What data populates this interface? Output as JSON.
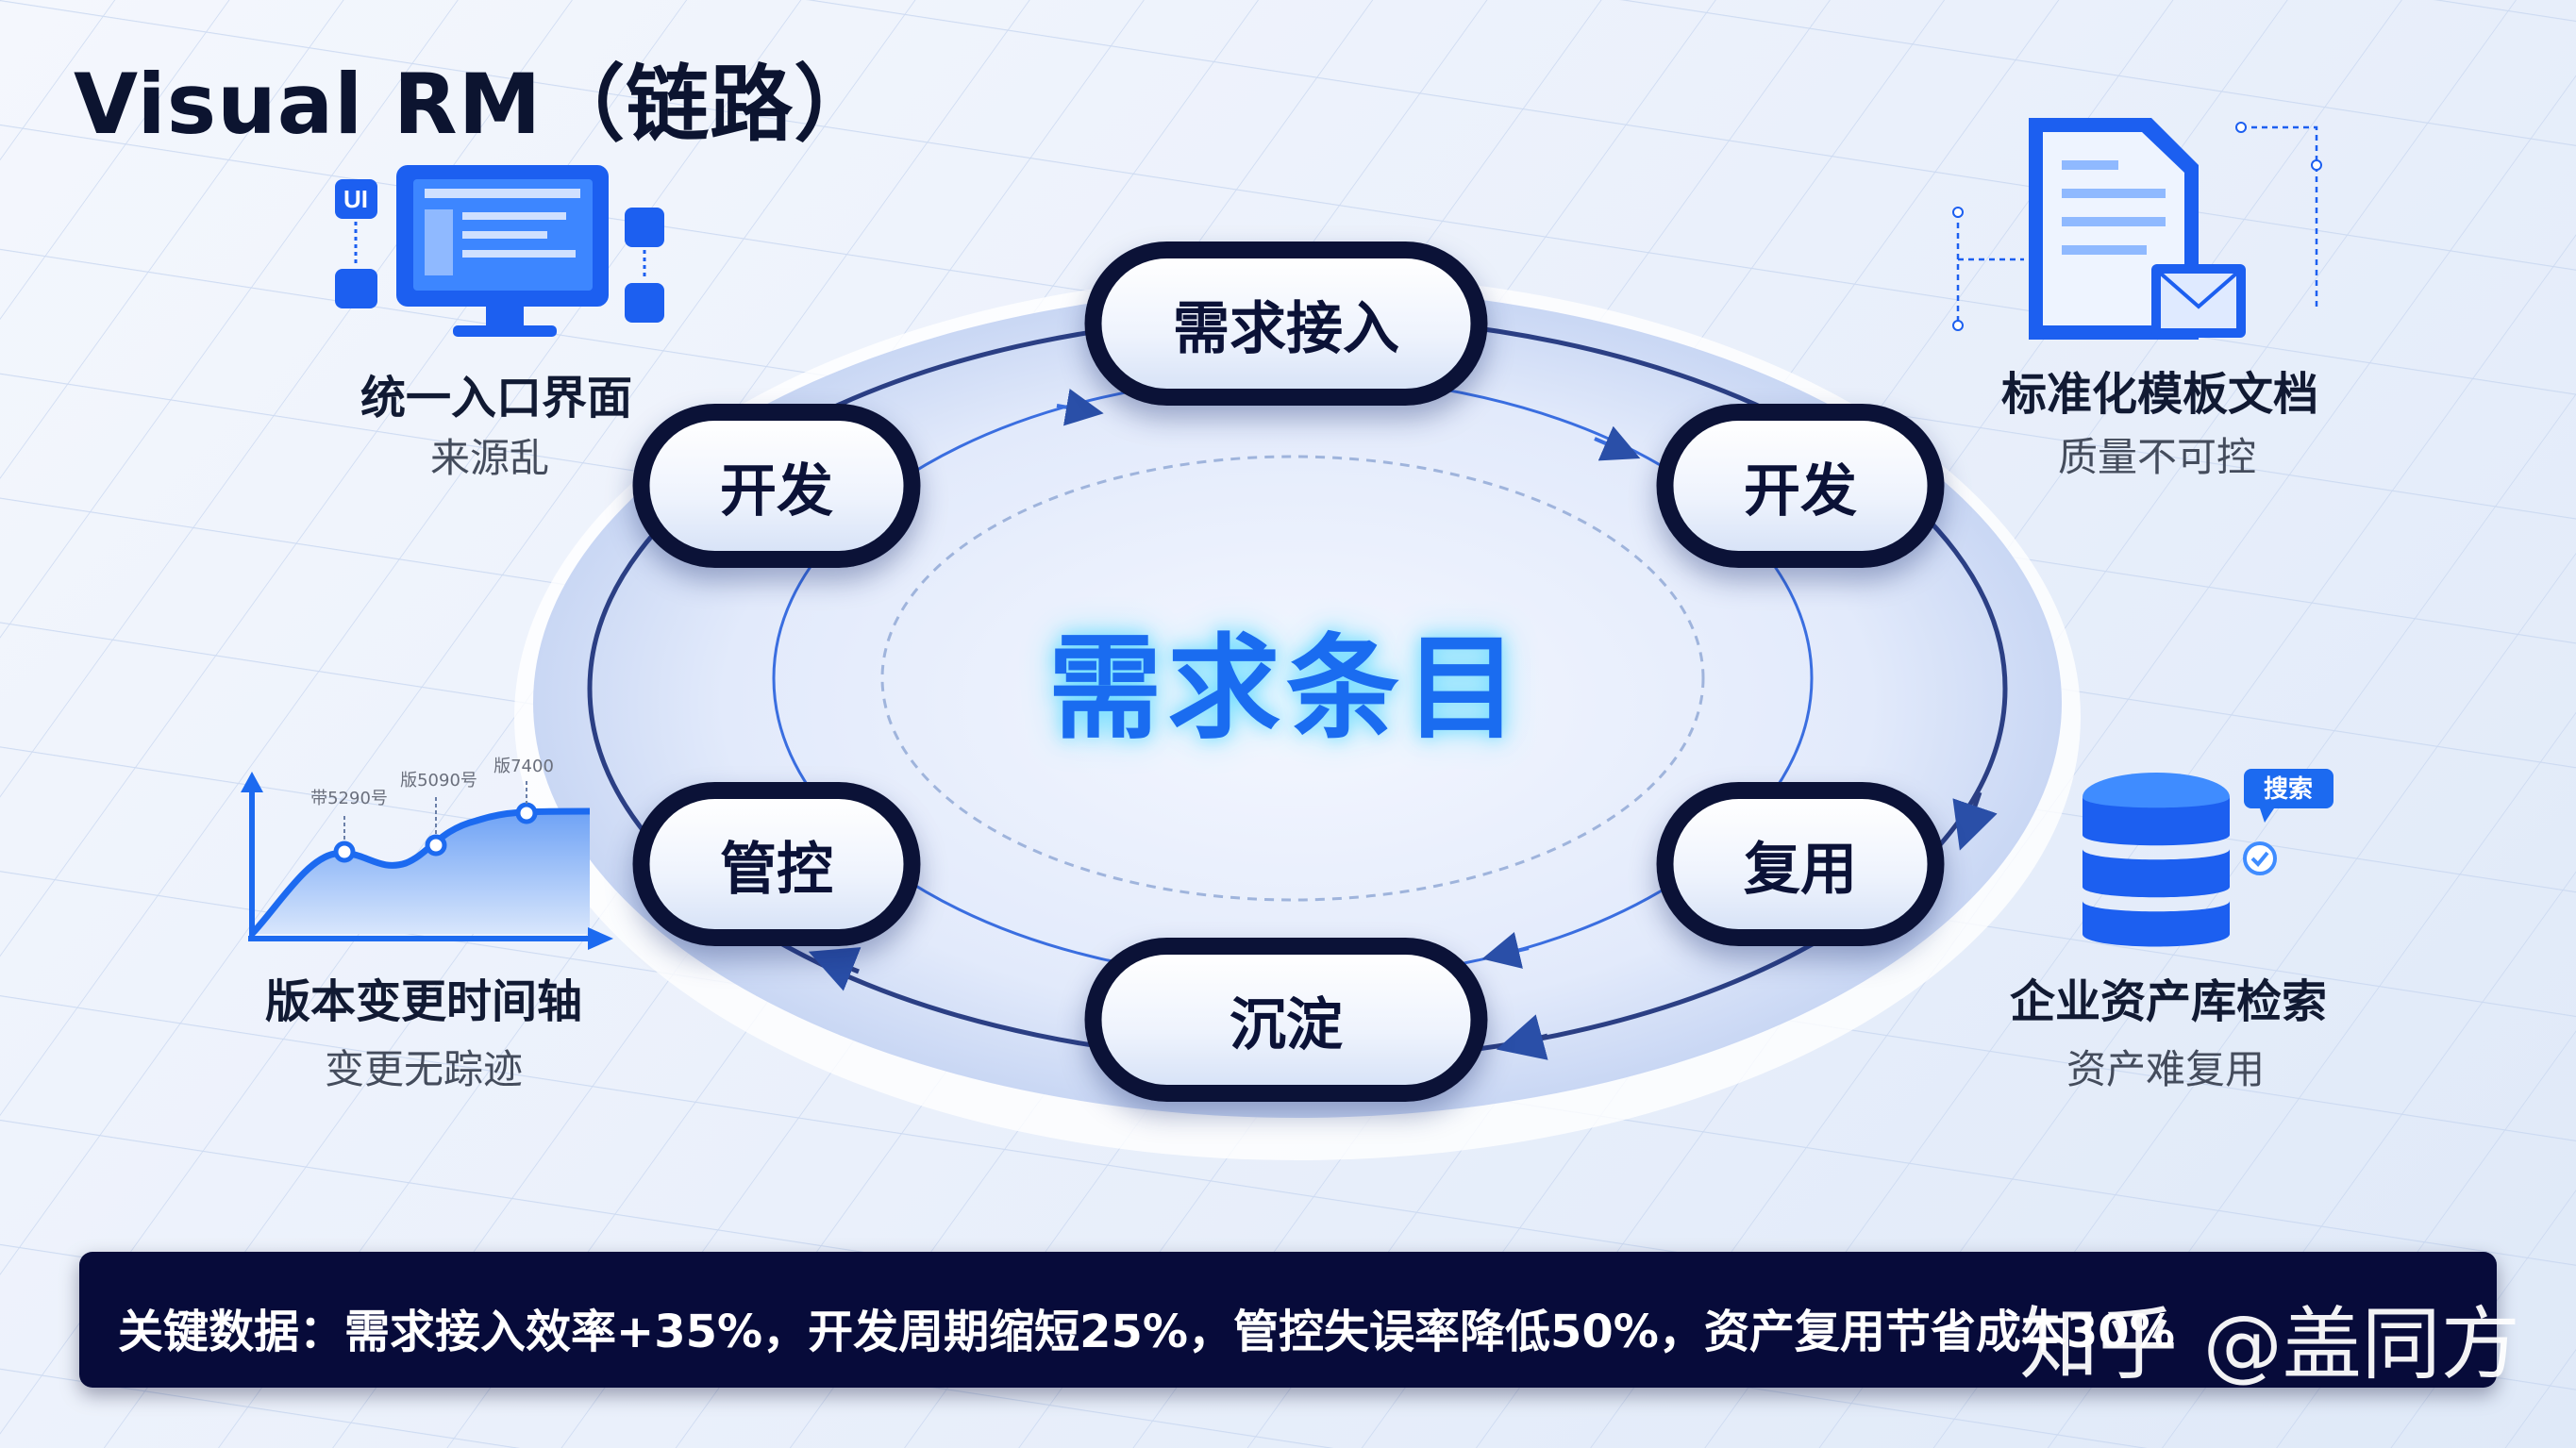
{
  "title": "Visual RM（链路）",
  "center": "需求条目",
  "cycle_nodes": {
    "top": "需求接入",
    "right_top": "开发",
    "right_bottom": "复用",
    "bottom": "沉淀",
    "left_bottom": "管控",
    "left_top": "开发"
  },
  "pain_points": {
    "top_left": {
      "title": "统一入口界面",
      "subtitle": "来源乱",
      "icon": "monitor-icon",
      "badge": "UI"
    },
    "top_right": {
      "title": "标准化模板文档",
      "subtitle": "质量不可控",
      "icon": "document-icon"
    },
    "bottom_left": {
      "title": "版本变更时间轴",
      "subtitle": "变更无踪迹",
      "icon": "timeline-chart-icon",
      "markers": [
        "带5290号",
        "版5090号",
        "版7400"
      ]
    },
    "bottom_right": {
      "title": "企业资产库检索",
      "subtitle": "资产难复用",
      "icon": "database-icon",
      "badge": "搜索"
    }
  },
  "key_data": "关键数据：需求接入效率+35%，开发周期缩短25%，管控失误率降低50%，资产复用节省成本30%",
  "watermark": "知乎 @盖同方",
  "colors": {
    "navy": "#0b1237",
    "accent": "#1a6cf0",
    "glow": "#6fdcff",
    "bar": "#070b3a"
  }
}
